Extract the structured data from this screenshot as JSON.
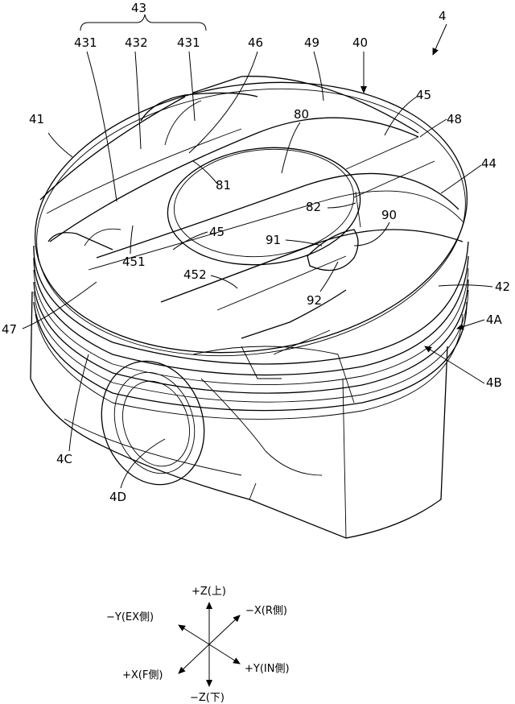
{
  "figure": {
    "ref_main": "4",
    "labels": {
      "l43": "43",
      "l431a": "431",
      "l432": "432",
      "l431b": "431",
      "l46": "46",
      "l49": "49",
      "l40": "40",
      "l45top": "45",
      "l48": "48",
      "l41": "41",
      "l80": "80",
      "l44": "44",
      "l81": "81",
      "l82": "82",
      "l90": "90",
      "l45mid": "45",
      "l91": "91",
      "l451": "451",
      "l452": "452",
      "l92": "92",
      "l42": "42",
      "l47": "47",
      "l4A": "4A",
      "l4B": "4B",
      "l4C": "4C",
      "l4D": "4D"
    }
  },
  "axes": {
    "plus_z": "+Z(上)",
    "minus_z": "−Z(下)",
    "minus_y": "−Y(EX側)",
    "plus_y": "+Y(IN側)",
    "minus_x": "−X(R側)",
    "plus_x": "+X(F側)"
  }
}
